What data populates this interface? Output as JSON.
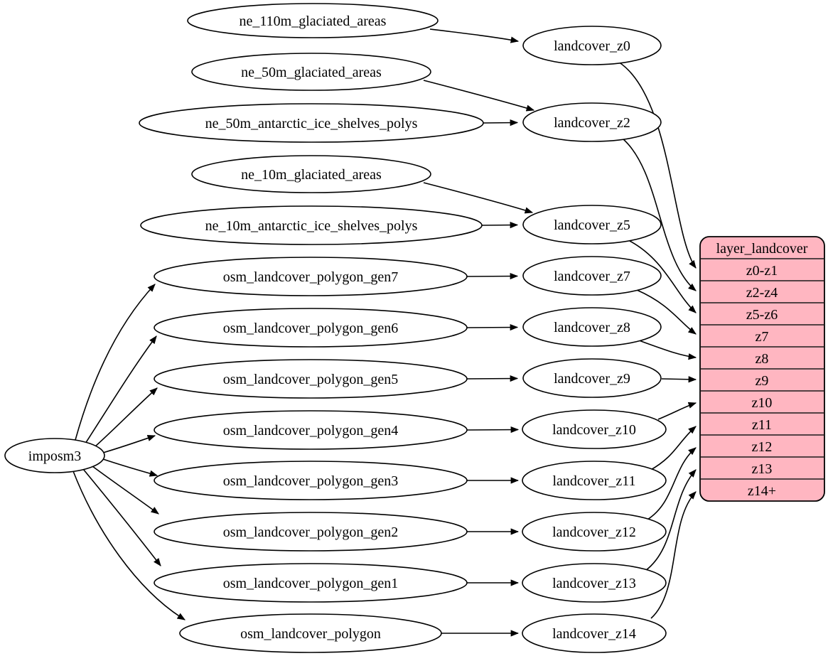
{
  "colors": {
    "background": "#ffffff",
    "node_fill": "#ffffff",
    "node_stroke": "#000000",
    "edge_color": "#000000",
    "table_fill": "#ffb6c1",
    "text_color": "#000000"
  },
  "graph": {
    "root": {
      "label": "imposm3"
    },
    "sources": [
      {
        "label": "ne_110m_glaciated_areas"
      },
      {
        "label": "ne_50m_glaciated_areas"
      },
      {
        "label": "ne_50m_antarctic_ice_shelves_polys"
      },
      {
        "label": "ne_10m_glaciated_areas"
      },
      {
        "label": "ne_10m_antarctic_ice_shelves_polys"
      },
      {
        "label": "osm_landcover_polygon_gen7"
      },
      {
        "label": "osm_landcover_polygon_gen6"
      },
      {
        "label": "osm_landcover_polygon_gen5"
      },
      {
        "label": "osm_landcover_polygon_gen4"
      },
      {
        "label": "osm_landcover_polygon_gen3"
      },
      {
        "label": "osm_landcover_polygon_gen2"
      },
      {
        "label": "osm_landcover_polygon_gen1"
      },
      {
        "label": "osm_landcover_polygon"
      }
    ],
    "stages": [
      {
        "label": "landcover_z0"
      },
      {
        "label": "landcover_z2"
      },
      {
        "label": "landcover_z5"
      },
      {
        "label": "landcover_z7"
      },
      {
        "label": "landcover_z8"
      },
      {
        "label": "landcover_z9"
      },
      {
        "label": "landcover_z10"
      },
      {
        "label": "landcover_z11"
      },
      {
        "label": "landcover_z12"
      },
      {
        "label": "landcover_z13"
      },
      {
        "label": "landcover_z14"
      }
    ],
    "table": {
      "title": "layer_landcover",
      "rows": [
        {
          "label": "z0-z1"
        },
        {
          "label": "z2-z4"
        },
        {
          "label": "z5-z6"
        },
        {
          "label": "z7"
        },
        {
          "label": "z8"
        },
        {
          "label": "z9"
        },
        {
          "label": "z10"
        },
        {
          "label": "z11"
        },
        {
          "label": "z12"
        },
        {
          "label": "z13"
        },
        {
          "label": "z14+"
        }
      ]
    },
    "edges": [
      {
        "from": "imposm3",
        "to": "osm_landcover_polygon_gen7"
      },
      {
        "from": "imposm3",
        "to": "osm_landcover_polygon_gen6"
      },
      {
        "from": "imposm3",
        "to": "osm_landcover_polygon_gen5"
      },
      {
        "from": "imposm3",
        "to": "osm_landcover_polygon_gen4"
      },
      {
        "from": "imposm3",
        "to": "osm_landcover_polygon_gen3"
      },
      {
        "from": "imposm3",
        "to": "osm_landcover_polygon_gen2"
      },
      {
        "from": "imposm3",
        "to": "osm_landcover_polygon_gen1"
      },
      {
        "from": "imposm3",
        "to": "osm_landcover_polygon"
      },
      {
        "from": "ne_110m_glaciated_areas",
        "to": "landcover_z0"
      },
      {
        "from": "ne_50m_glaciated_areas",
        "to": "landcover_z2"
      },
      {
        "from": "ne_50m_antarctic_ice_shelves_polys",
        "to": "landcover_z2"
      },
      {
        "from": "ne_10m_glaciated_areas",
        "to": "landcover_z5"
      },
      {
        "from": "ne_10m_antarctic_ice_shelves_polys",
        "to": "landcover_z5"
      },
      {
        "from": "osm_landcover_polygon_gen7",
        "to": "landcover_z7"
      },
      {
        "from": "osm_landcover_polygon_gen6",
        "to": "landcover_z8"
      },
      {
        "from": "osm_landcover_polygon_gen5",
        "to": "landcover_z9"
      },
      {
        "from": "osm_landcover_polygon_gen4",
        "to": "landcover_z10"
      },
      {
        "from": "osm_landcover_polygon_gen3",
        "to": "landcover_z11"
      },
      {
        "from": "osm_landcover_polygon_gen2",
        "to": "landcover_z12"
      },
      {
        "from": "osm_landcover_polygon_gen1",
        "to": "landcover_z13"
      },
      {
        "from": "osm_landcover_polygon",
        "to": "landcover_z14"
      },
      {
        "from": "landcover_z0",
        "to": "layer_landcover:z0-z1"
      },
      {
        "from": "landcover_z2",
        "to": "layer_landcover:z2-z4"
      },
      {
        "from": "landcover_z5",
        "to": "layer_landcover:z5-z6"
      },
      {
        "from": "landcover_z7",
        "to": "layer_landcover:z7"
      },
      {
        "from": "landcover_z8",
        "to": "layer_landcover:z8"
      },
      {
        "from": "landcover_z9",
        "to": "layer_landcover:z9"
      },
      {
        "from": "landcover_z10",
        "to": "layer_landcover:z10"
      },
      {
        "from": "landcover_z11",
        "to": "layer_landcover:z11"
      },
      {
        "from": "landcover_z12",
        "to": "layer_landcover:z12"
      },
      {
        "from": "landcover_z13",
        "to": "layer_landcover:z13"
      },
      {
        "from": "landcover_z14",
        "to": "layer_landcover:z14+"
      }
    ]
  }
}
